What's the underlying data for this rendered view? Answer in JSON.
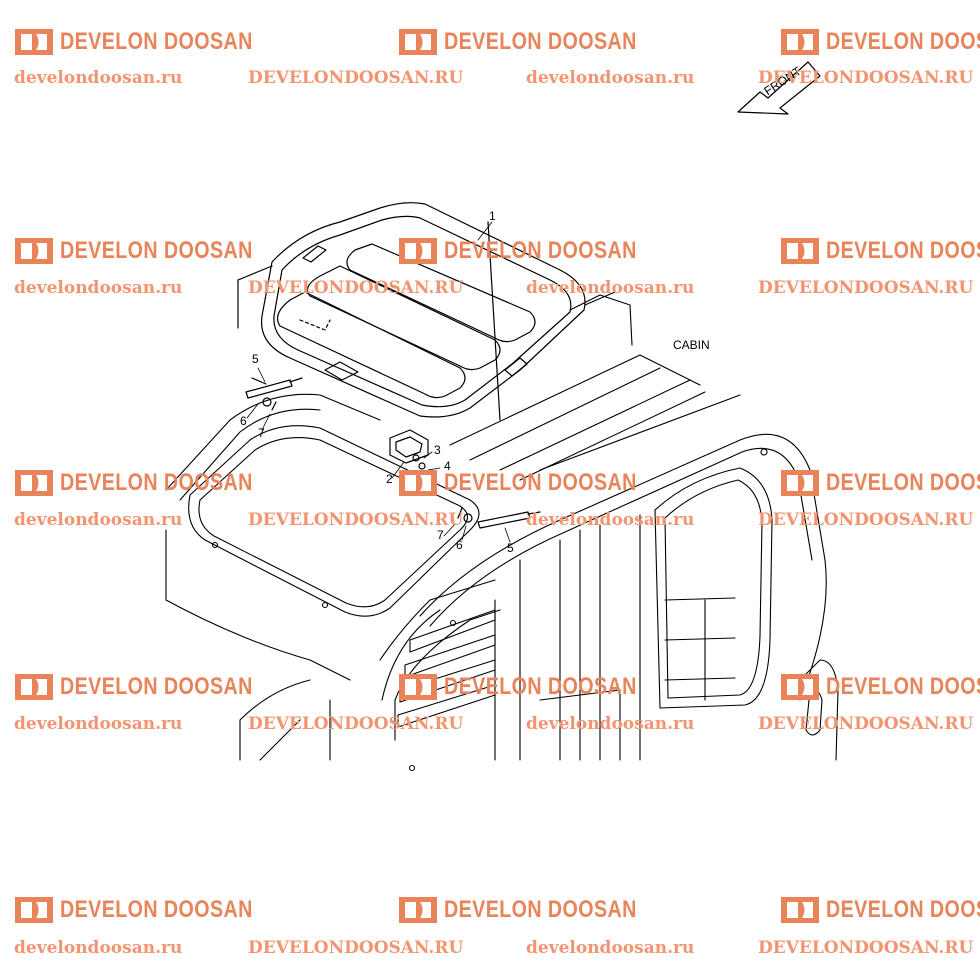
{
  "watermark": {
    "brand": "DEVELON DOOSAN",
    "url_lower": "develondoosan.ru",
    "url_upper": "DEVELONDOOSAN.RU",
    "color": "#e8835a"
  },
  "diagram": {
    "direction_label": "FRONT",
    "assembly_label": "CABIN",
    "callouts": {
      "c1": "1",
      "c2": "2",
      "c3": "3",
      "c4": "4",
      "c5a": "5",
      "c5b": "5",
      "c6a": "6",
      "c6b": "6",
      "c7a": "7",
      "c7b": "7"
    }
  }
}
